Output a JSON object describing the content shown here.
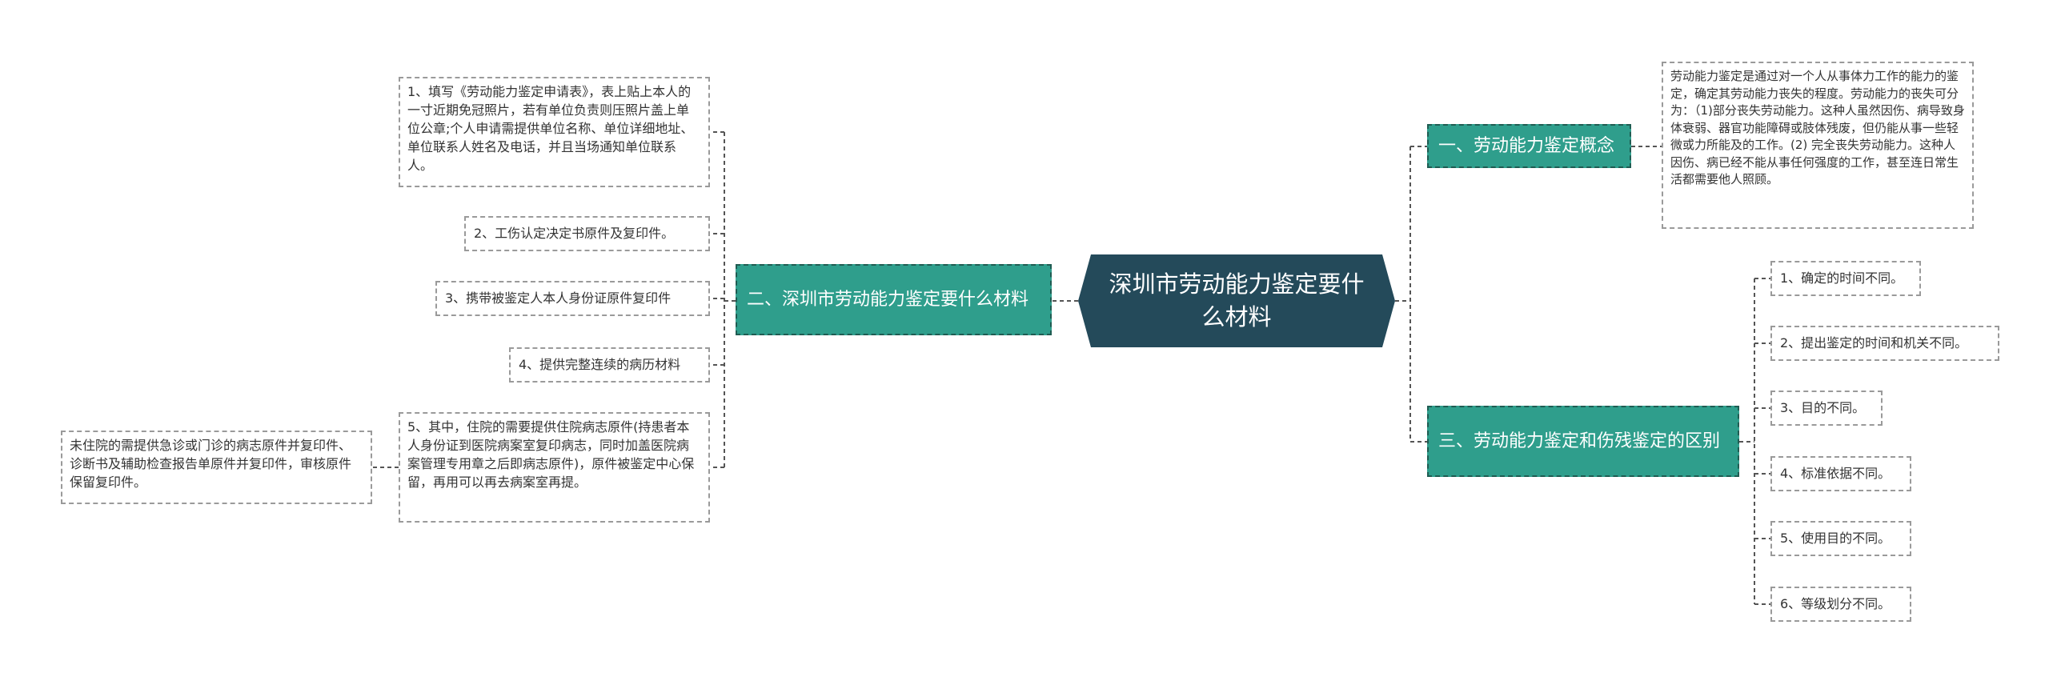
{
  "center": {
    "title": "深圳市劳动能力鉴定要什么材料"
  },
  "branches": {
    "concept": {
      "label": "一、劳动能力鉴定概念",
      "detail": "劳动能力鉴定是通过对一个人从事体力工作的能力的鉴定，确定其劳动能力丧失的程度。劳动能力的丧失可分为：（1)部分丧失劳动能力。这种人虽然因伤、病导致身体衰弱、器官功能障碍或肢体残废，但仍能从事一些轻微或力所能及的工作。(2) 完全丧失劳动能力。这种人因伤、病已经不能从事任何强度的工作，甚至连日常生活都需要他人照顾。"
    },
    "materials": {
      "label": "二、深圳市劳动能力鉴定要什么材料",
      "items": [
        "1、填写《劳动能力鉴定申请表》，表上贴上本人的一寸近期免冠照片，若有单位负责则压照片盖上单位公章;个人申请需提供单位名称、单位详细地址、单位联系人姓名及电话，并且当场通知单位联系人。",
        "2、工伤认定决定书原件及复印件。",
        "3、携带被鉴定人本人身份证原件复印件",
        "4、提供完整连续的病历材料",
        "5、其中，住院的需要提供住院病志原件(持患者本人身份证到医院病案室复印病志，同时加盖医院病案管理专用章之后即病志原件)，原件被鉴定中心保留，再用可以再去病案室再提。"
      ],
      "sub_item": "未住院的需提供急诊或门诊的病志原件并复印件、诊断书及辅助检查报告单原件并复印件，审核原件保留复印件。"
    },
    "difference": {
      "label": "三、劳动能力鉴定和伤残鉴定的区别",
      "items": [
        "1、确定的时间不同。",
        "2、提出鉴定的时间和机关不同。",
        "3、目的不同。",
        "4、标准依据不同。",
        "5、使用目的不同。",
        "6、等级划分不同。"
      ]
    }
  },
  "colors": {
    "center": "#244a5a",
    "branch": "#2f9e8c",
    "leaf_border": "#9a9a9a",
    "line": "#555555"
  }
}
